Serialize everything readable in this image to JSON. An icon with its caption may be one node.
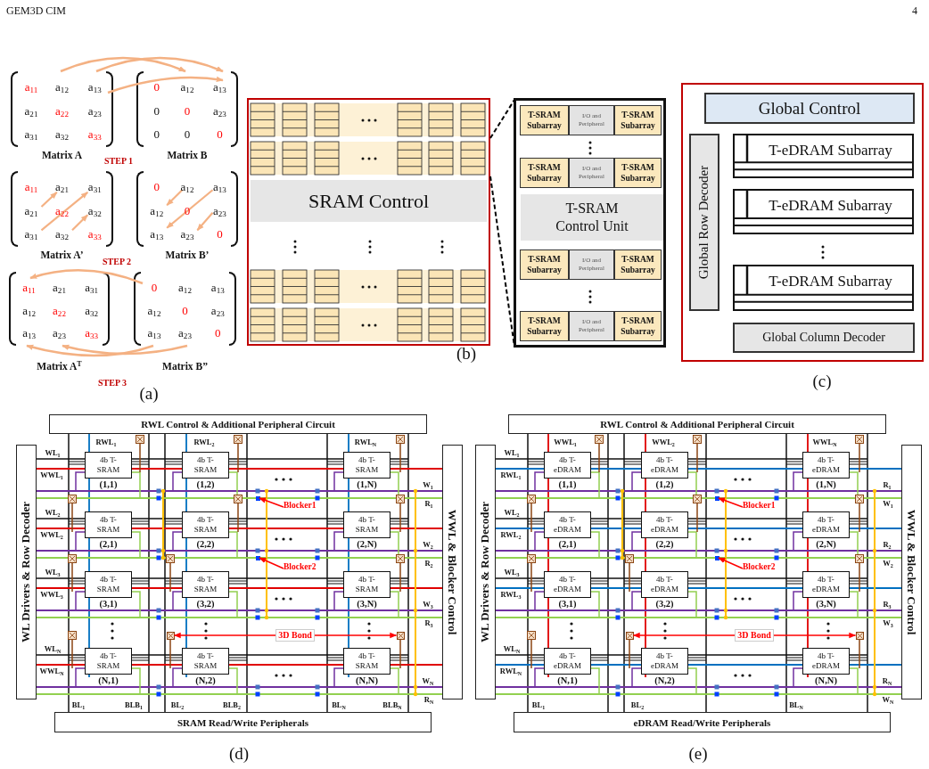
{
  "diagram": {
    "nodes": [
      {
        "text": [
          "a$_{11}$",
          "a$_{12}$",
          "a$_{13}$",
          "a$_{21}$",
          "a$_{22}$",
          "a$_{23}$",
          "a$_{31}$",
          "a$_{32}$",
          "a$_{33}$",
          "Matrix A"
        ]
      },
      {
        "text": [
          "0",
          "a$_{12}$",
          "a$_{13}$",
          "0",
          "0",
          "a$_{23}$",
          "0",
          "0",
          "0",
          "Matrix B"
        ]
      },
      {
        "text": [
          "a$_{11}$",
          "a$_{21}$",
          "a$_{31}$",
          "a$_{21}$",
          "a$_{22}$",
          "a$_{32}$",
          "a$_{31}$",
          "a$_{32}$",
          "a$_{33}$",
          "Matrix A’"
        ]
      },
      {
        "text": [
          "0",
          "a$_{12}$",
          "a$_{13}$",
          "a$_{12}$",
          "0",
          "a$_{23}$",
          "a$_{13}$",
          "a$_{23}$",
          "0",
          "Matrix B’"
        ]
      },
      {
        "text": [
          "a$_{11}$",
          "a$_{21}$",
          "a$_{31}$",
          "a$_{12}$",
          "a$_{22}$",
          "a$_{32}$",
          "a$_{13}$",
          "a$_{23}$",
          "a$_{33}$",
          "Matrix A$^{T}$"
        ]
      },
      {
        "text": [
          "0",
          "a$_{12}$",
          "a$_{13}$",
          "a$_{12}$",
          "0",
          "a$_{23}$",
          "a$_{13}$",
          "a$_{23}$",
          "0",
          "Matrix B”"
        ]
      },
      {
        "text": [],
        "shape": "box"
      },
      {
        "text": [
          "SRAM Control"
        ],
        "in": 6
      },
      {
        "text": [],
        "shape": "box"
      },
      {
        "text": [
          "T-SRAM Subarray"
        ],
        "in": 8
      },
      {
        "text": [
          "I/O and Peripheral"
        ],
        "in": 8
      },
      {
        "text": [
          "T-SRAM Subarray"
        ],
        "in": 8
      },
      {
        "text": [
          "T-SRAM Subarray"
        ],
        "in": 8
      },
      {
        "text": [
          "I/O and Peripheral"
        ],
        "in": 8
      },
      {
        "text": [
          "T-SRAM Subarray"
        ],
        "in": 8
      },
      {
        "text": [
          "T-SRAM Control Unit"
        ],
        "in": 8
      },
      {
        "text": [
          "T-SRAM Subarray"
        ],
        "in": 8
      },
      {
        "text": [
          "I/O and Peripheral"
        ],
        "in": 8
      },
      {
        "text": [
          "T-SRAM Subarray"
        ],
        "in": 8
      },
      {
        "text": [
          "T-SRAM Subarray"
        ],
        "in": 8
      },
      {
        "text": [
          "I/O and Peripheral"
        ],
        "in": 8
      },
      {
        "text": [
          "T-SRAM Subarray"
        ],
        "in": 8
      },
      {
        "text": [],
        "shape": "box"
      },
      {
        "text": [
          "Global Control"
        ],
        "in": 22
      },
      {
        "text": [
          "Global Row Decoder"
        ],
        "in": 22
      },
      {
        "text": [
          "T-eDRAM Subarray"
        ],
        "in": 22
      },
      {
        "text": [
          "T-eDRAM Subarray"
        ],
        "in": 22
      },
      {
        "text": [
          "T-eDRAM Subarray"
        ],
        "in": 22
      },
      {
        "text": [
          "Global Column Decoder"
        ],
        "in": 22
      },
      {
        "text": [
          "RWL Control & Additional Peripheral Circuit"
        ]
      },
      {
        "text": [
          "WL Drivers & Row Decoder"
        ]
      },
      {
        "text": [
          "WWL & Blocker Control"
        ]
      },
      {
        "text": [
          "SRAM Read/Write Peripherals"
        ]
      },
      {
        "text": [
          "4b T-SRAM"
        ],
        "beside": [
          "(1,1)"
        ]
      },
      {
        "text": [
          "4b T-SRAM"
        ],
        "beside": [
          "(1,2)"
        ]
      },
      {
        "text": [
          "4b T-SRAM"
        ],
        "beside": [
          "(1,N)"
        ]
      },
      {
        "text": [
          "4b T-SRAM"
        ],
        "beside": [
          "(2,1)"
        ]
      },
      {
        "text": [
          "4b T-SRAM"
        ],
        "beside": [
          "(2,2)"
        ]
      },
      {
        "text": [
          "4b T-SRAM"
        ],
        "beside": [
          "(2,N)"
        ]
      },
      {
        "text": [
          "4b T-SRAM"
        ],
        "beside": [
          "(3,1)"
        ]
      },
      {
        "text": [
          "4b T-SRAM"
        ],
        "beside": [
          "(3,2)"
        ]
      },
      {
        "text": [
          "4b T-SRAM"
        ],
        "beside": [
          "(3,N)"
        ]
      },
      {
        "text": [
          "4b T-SRAM"
        ],
        "beside": [
          "(N,1)"
        ]
      },
      {
        "text": [
          "4b T-SRAM"
        ],
        "beside": [
          "(N,2)"
        ]
      },
      {
        "text": [
          "4b T-SRAM"
        ],
        "beside": [
          "(N,N)"
        ]
      },
      {
        "text": [
          "Blocker1"
        ]
      },
      {
        "text": [],
        "shape": "box"
      },
      {
        "text": [
          "Blocker2"
        ]
      },
      {
        "text": [],
        "shape": "box"
      },
      {
        "text": [],
        "shape": "box"
      },
      {
        "text": [
          "3D Bond"
        ]
      },
      {
        "text": [],
        "shape": "box"
      },
      {
        "text": [
          "RWL Control & Additional Peripheral Circuit"
        ]
      },
      {
        "text": [
          "WL Drivers & Row Decoder"
        ]
      },
      {
        "text": [
          "WWL & Blocker Control"
        ]
      },
      {
        "text": [
          "eDRAM Read/Write Peripherals"
        ]
      },
      {
        "text": [
          "4b T-eDRAM"
        ],
        "beside": [
          "(1,1)"
        ]
      },
      {
        "text": [
          "4b T-eDRAM"
        ],
        "beside": [
          "(1,2)"
        ]
      },
      {
        "text": [
          "4b T-eDRAM"
        ],
        "beside": [
          "(1,N)"
        ]
      },
      {
        "text": [
          "4b T-eDRAM"
        ],
        "beside": [
          "(2,1)"
        ]
      },
      {
        "text": [
          "4b T-eDRAM"
        ],
        "beside": [
          "(2,2)"
        ]
      },
      {
        "text": [
          "4b T-eDRAM"
        ],
        "beside": [
          "(2,N)"
        ]
      },
      {
        "text": [
          "4b T-eDRAM"
        ],
        "beside": [
          "(3,1)"
        ]
      },
      {
        "text": [
          "4b T-eDRAM"
        ],
        "beside": [
          "(3,2)"
        ]
      },
      {
        "text": [
          "4b T-eDRAM"
        ],
        "beside": [
          "(3,N)"
        ]
      },
      {
        "text": [
          "4b T-eDRAM"
        ],
        "beside": [
          "(N,1)"
        ]
      },
      {
        "text": [
          "4b T-eDRAM"
        ],
        "beside": [
          "(N,2)"
        ]
      },
      {
        "text": [
          "4b T-eDRAM"
        ],
        "beside": [
          "(N,N)"
        ]
      },
      {
        "text": [
          "Blocker1"
        ]
      },
      {
        "text": [],
        "shape": "box"
      },
      {
        "text": [
          "Blocker2"
        ]
      },
      {
        "text": [],
        "shape": "box"
      },
      {
        "text": [],
        "shape": "box"
      },
      {
        "text": [
          "3D Bond"
        ]
      },
      {
        "text": [],
        "shape": "box"
      }
    ],
    "edges": [
      {
        "from": 0,
        "to": 1,
        "arrow": "to",
        "color": "#f4b183"
      },
      {
        "from": 0,
        "to": 1,
        "arrow": "to",
        "color": "#f4b183"
      },
      {
        "from": 0,
        "to": 1,
        "arrow": "to",
        "color": "#f4b183"
      },
      {
        "from": 5,
        "to": 4,
        "arrow": "to",
        "color": "#f4b183"
      },
      {
        "from": 5,
        "to": 4,
        "arrow": "to",
        "color": "#f4b183"
      },
      {
        "from": 5,
        "to": 4,
        "arrow": "to",
        "color": "#f4b183"
      },
      {
        "from": 6,
        "to": 8,
        "arrow": "none",
        "style": "dashed",
        "color": "#000000"
      },
      {
        "from": 6,
        "to": 8,
        "arrow": "none",
        "style": "dashed",
        "color": "#000000"
      },
      {
        "from": 45,
        "to": 46,
        "arrow": "to"
      },
      {
        "from": 47,
        "to": 48,
        "arrow": "to"
      },
      {
        "from": 50,
        "to": 49,
        "arrow": "to"
      },
      {
        "from": 50,
        "to": 51,
        "arrow": "to"
      },
      {
        "from": 68,
        "to": 69,
        "arrow": "to"
      },
      {
        "from": 70,
        "to": 71,
        "arrow": "to"
      },
      {
        "from": 73,
        "to": 72,
        "arrow": "to"
      },
      {
        "from": 73,
        "to": 74,
        "arrow": "to"
      }
    ],
    "labels": [
      "GEM3D CIM",
      "4",
      "STEP 1",
      "STEP 2",
      "STEP 3",
      "(a)",
      "(b)",
      "(c)",
      "RWL$_{1}$",
      "RWL$_{2}$",
      "RWL$_{N}$",
      "WL$_{1}$",
      "WWL$_{1}$",
      "W$_{1}$",
      "R$_{1}$",
      "WL$_{2}$",
      "WWL$_{2}$",
      "W$_{2}$",
      "R$_{2}$",
      "WL$_{3}$",
      "WWL$_{3}$",
      "W$_{3}$",
      "R$_{3}$",
      "WL$_{N}$",
      "WWL$_{N}$",
      "W$_{N}$",
      "R$_{N}$",
      "BL$_{1}$",
      "BLB$_{1}$",
      "BL$_{2}$",
      "BLB$_{2}$",
      "BL$_{N}$",
      "BLB$_{N}$",
      "(d)",
      "WWL$_{1}$",
      "WWL$_{2}$",
      "WWL$_{N}$",
      "WL$_{1}$",
      "RWL$_{1}$",
      "R$_{1}$",
      "W$_{1}$",
      "WL$_{2}$",
      "RWL$_{2}$",
      "R$_{2}$",
      "W$_{2}$",
      "WL$_{3}$",
      "RWL$_{3}$",
      "R$_{3}$",
      "W$_{3}$",
      "WL$_{N}$",
      "RWL$_{N}$",
      "R$_{N}$",
      "W$_{N}$",
      "BL$_{1}$",
      "BL$_{2}$",
      "BL$_{N}$",
      "(e)"
    ]
  }
}
